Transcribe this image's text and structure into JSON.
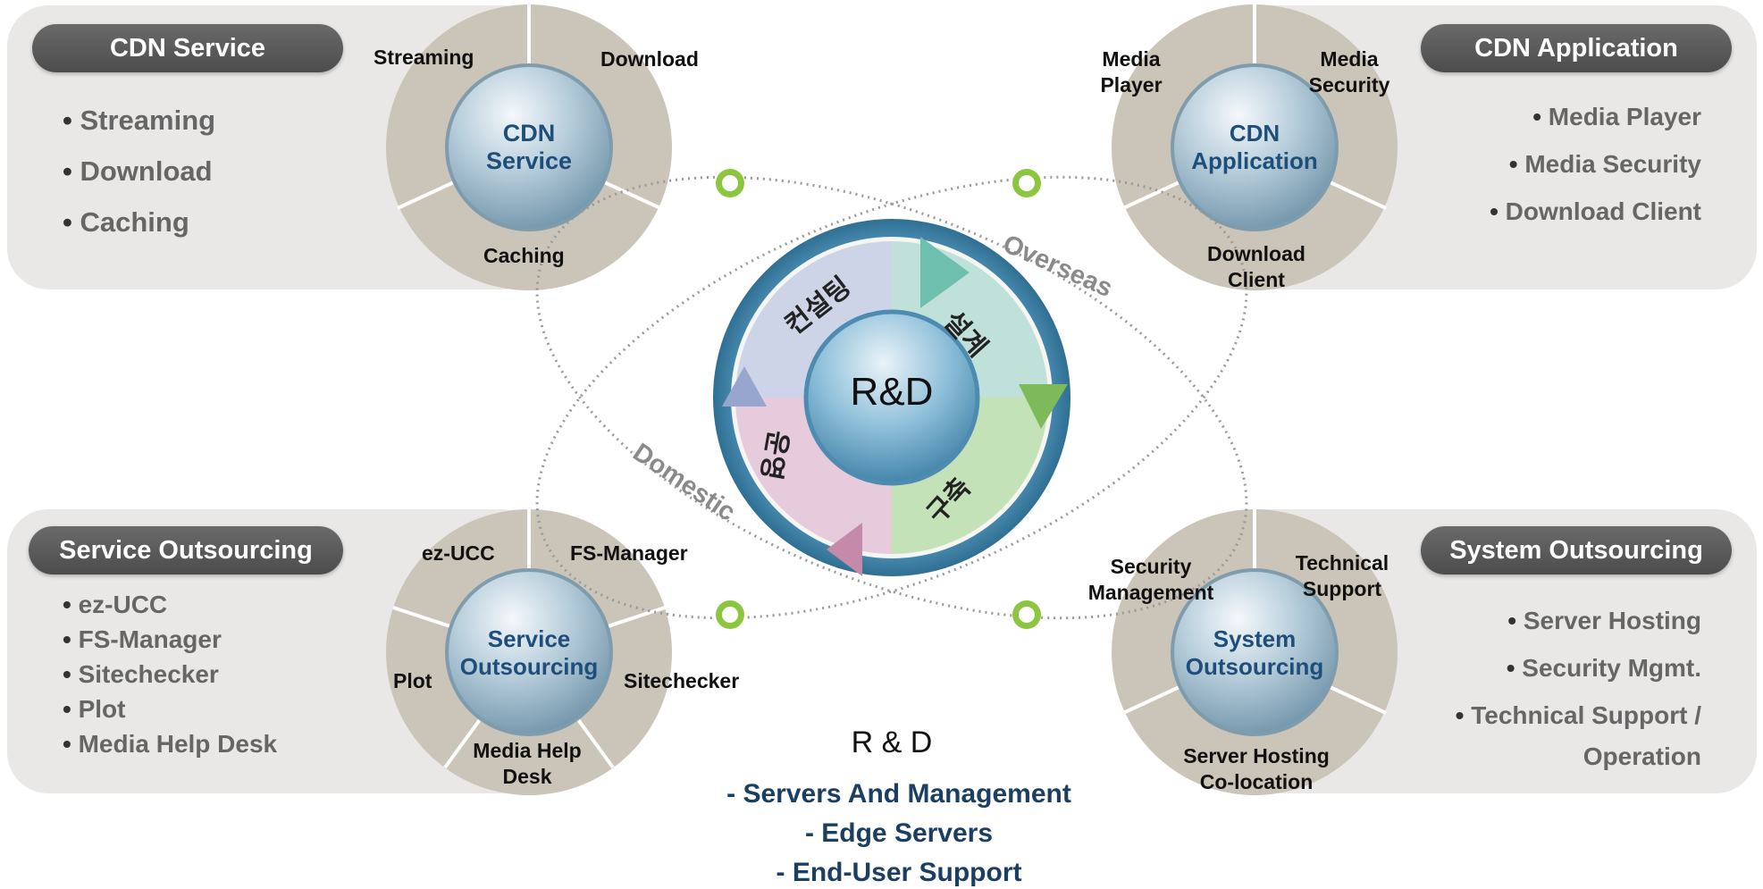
{
  "panels": {
    "cdn_service": {
      "title": "CDN Service",
      "bullets": [
        "Streaming",
        "Download",
        "Caching"
      ],
      "hub": "CDN Service",
      "segments": [
        "Streaming",
        "Download",
        "Caching"
      ]
    },
    "cdn_application": {
      "title": "CDN Application",
      "bullets": [
        "Media Player",
        "Media Security",
        "Download Client"
      ],
      "hub": "CDN Application",
      "segments": [
        "Media Player",
        "Media Security",
        "Download Client"
      ]
    },
    "service_outsourcing": {
      "title": "Service Outsourcing",
      "bullets": [
        "ez-UCC",
        "FS-Manager",
        "Sitechecker",
        "Plot",
        "Media Help Desk"
      ],
      "hub": "Service Outsourcing",
      "segments": [
        "ez-UCC",
        "FS-Manager",
        "Sitechecker",
        "Plot",
        "Media Help Desk"
      ]
    },
    "system_outsourcing": {
      "title": "System Outsourcing",
      "bullets": [
        "Server Hosting",
        "Security Mgmt.",
        "Technical Support /",
        "Operation"
      ],
      "hub": "System Outsourcing",
      "segments": [
        "Security Management",
        "Technical Support Operation",
        "Server Hosting Co-location"
      ]
    }
  },
  "center": {
    "hub": "R&D",
    "arrows": [
      "컨설팅",
      "설계",
      "구축",
      "운영"
    ],
    "orbit_labels": [
      "Overseas",
      "Domestic"
    ]
  },
  "rd_block": {
    "title": "R & D",
    "lines": [
      "- Servers And Management",
      "- Edge Servers",
      "- End-User Support"
    ]
  },
  "colors": {
    "panel_bg": "#e9e8e6",
    "pill_bg": "#555555",
    "hub_text": "#1f4e7a",
    "ring_blue": "#3e86ad",
    "node_green": "#8cc63e",
    "wheel_tan": "#cbc4b8"
  }
}
